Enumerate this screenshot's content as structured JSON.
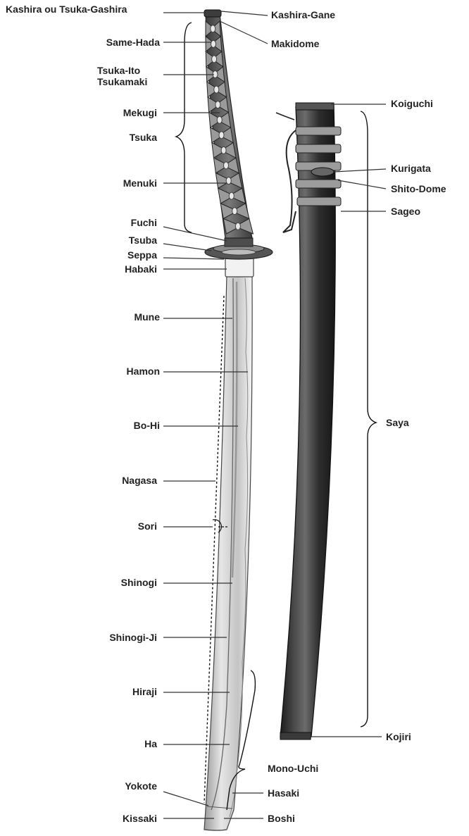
{
  "labels": {
    "kashira": "Kashira ou Tsuka-Gashira",
    "kashira_gane": "Kashira-Gane",
    "same_hada": "Same-Hada",
    "makidome": "Makidome",
    "tsuka_ito_1": "Tsuka-Ito",
    "tsuka_ito_2": "Tsukamaki",
    "mekugi": "Mekugi",
    "tsuka": "Tsuka",
    "menuki": "Menuki",
    "fuchi": "Fuchi",
    "tsuba": "Tsuba",
    "seppa": "Seppa",
    "habaki": "Habaki",
    "mune": "Mune",
    "hamon": "Hamon",
    "bo_hi": "Bo-Hi",
    "nagasa": "Nagasa",
    "sori": "Sori",
    "shinogi": "Shinogi",
    "shinogi_ji": "Shinogi-Ji",
    "hiraji": "Hiraji",
    "ha": "Ha",
    "yokote": "Yokote",
    "kissaki": "Kissaki",
    "koiguchi": "Koiguchi",
    "kurigata": "Kurigata",
    "shito_dome": "Shito-Dome",
    "sageo": "Sageo",
    "saya": "Saya",
    "kojiri": "Kojiri",
    "mono_uchi": "Mono-Uchi",
    "hasaki": "Hasaki",
    "boshi": "Boshi"
  },
  "colors": {
    "handle_wrap": "#6e6e6e",
    "handle_dark": "#3a3a3a",
    "blade": "#d6d6d6",
    "blade_edge": "#ededed",
    "saya": "#2e2e2e",
    "saya_highlight": "#5a5a5a"
  }
}
